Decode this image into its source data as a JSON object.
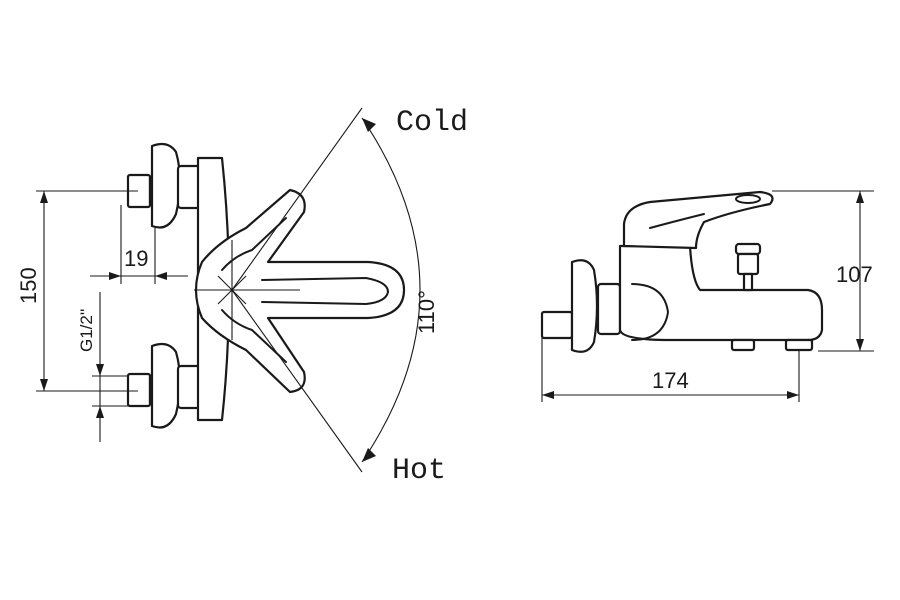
{
  "labels": {
    "cold": "Cold",
    "hot": "Hot",
    "angle": "110°",
    "height_left": "150",
    "offset": "19",
    "thread": "G1/2''",
    "height_right": "107",
    "width_right": "174"
  }
}
